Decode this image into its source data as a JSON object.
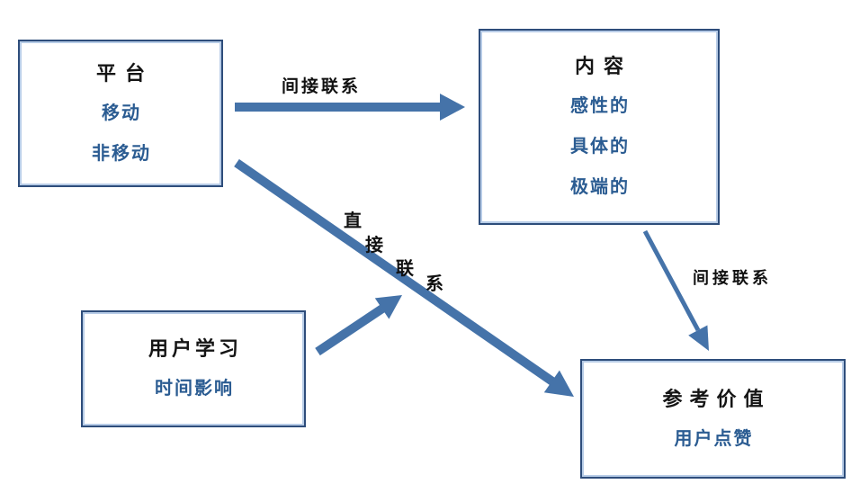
{
  "diagram": {
    "type": "flow-diagram",
    "colors": {
      "arrow": "#4573A9",
      "box_border": "#2E4D7B",
      "box_border_highlight": "#B7CCE7",
      "title_text": "#151515",
      "accent_text": "#2B5C92",
      "label_text": "#111111"
    },
    "boxes": [
      {
        "id": "platform",
        "title": "平台",
        "items": [
          "移动",
          "非移动"
        ]
      },
      {
        "id": "content",
        "title": "内容",
        "items": [
          "感性的",
          "具体的",
          "极端的"
        ]
      },
      {
        "id": "user-learning",
        "title": "用户学习",
        "items": [
          "时间影响"
        ]
      },
      {
        "id": "reference-value",
        "title": "参考价值",
        "items": [
          "用户点赞"
        ]
      }
    ],
    "arrows": [
      {
        "id": "platform-to-content",
        "from": "平台",
        "to": "内容",
        "label": "间接联系"
      },
      {
        "id": "platform-to-reference-value",
        "from": "平台",
        "to": "参考价值",
        "label": "直接联系"
      },
      {
        "id": "user-learning-moderator",
        "from": "用户学习",
        "to": "直接联系箭头"
      },
      {
        "id": "content-to-reference-value",
        "from": "内容",
        "to": "参考价值",
        "label": "间接联系"
      }
    ]
  }
}
